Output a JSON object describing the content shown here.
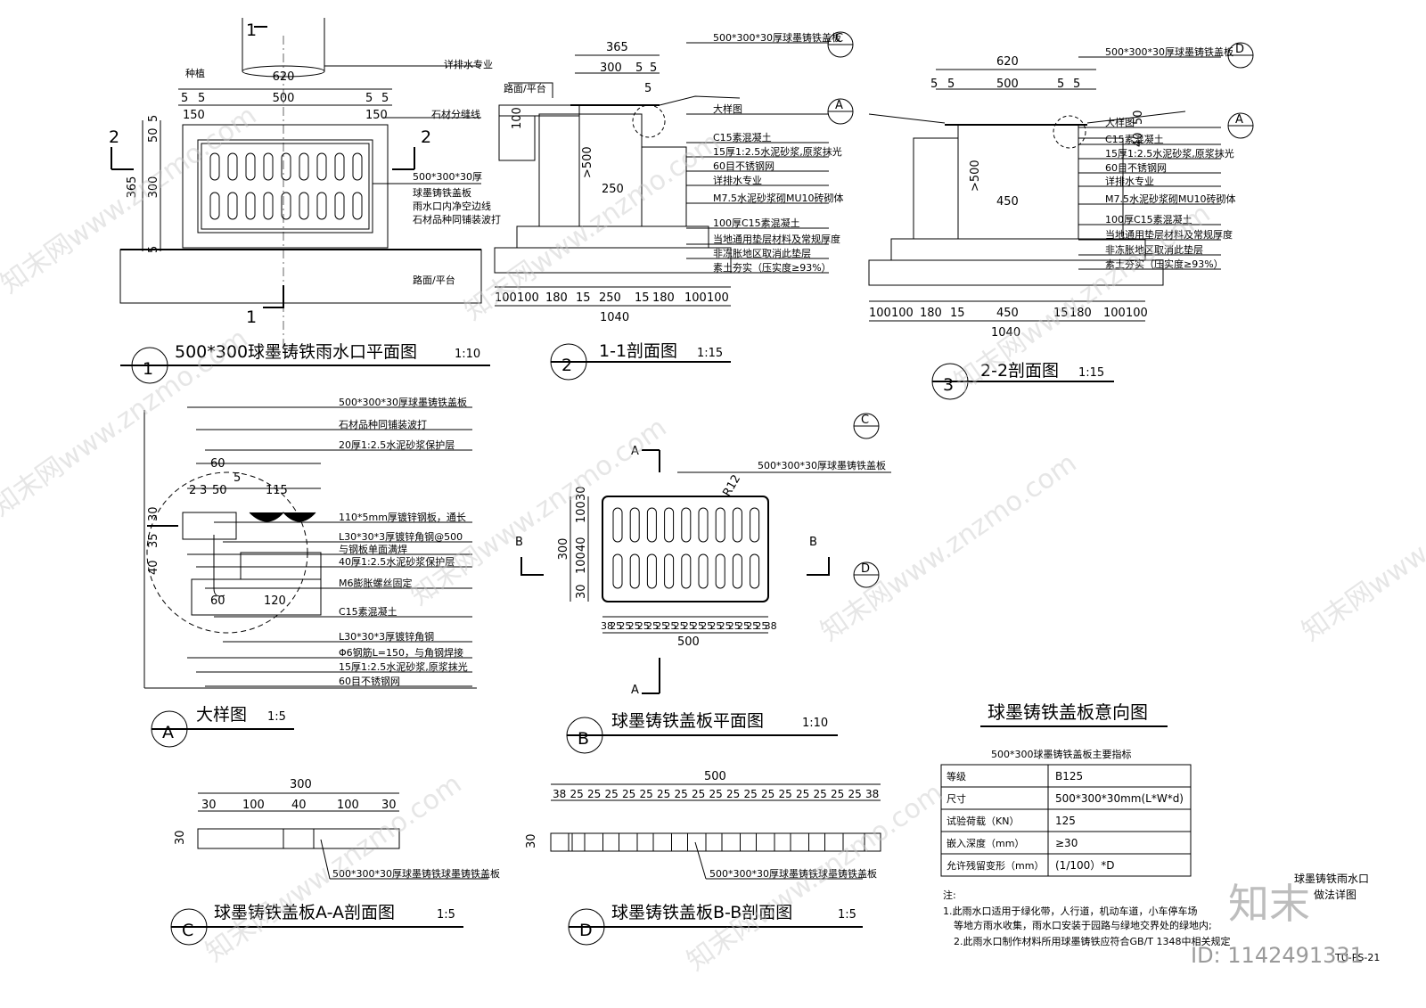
{
  "drawing": {
    "plan": {
      "title": "500*300球墨铸铁雨水口平面图",
      "scale": "1:10",
      "index": "1",
      "dims_top": [
        "620",
        "500",
        "5",
        "5",
        "5",
        "5",
        "150",
        "150"
      ],
      "dims_left": [
        "365",
        "300",
        "5",
        "50",
        "5"
      ],
      "section_marks": [
        "1",
        "1",
        "2",
        "2"
      ],
      "labels": [
        "种植",
        "详排水专业",
        "石材分缝线",
        "500*300*30厚",
        "球墨铸铁盖板",
        "雨水口内净空边线",
        "石材品种同铺装波打",
        "路面/平台"
      ]
    },
    "sec1": {
      "title": "1-1剖面图",
      "scale": "1:15",
      "index": "2",
      "dims_top": [
        "365",
        "300",
        "5",
        "5",
        "5"
      ],
      "dims_bottom": [
        "100",
        "100",
        "180",
        "15",
        "250",
        "15",
        "180",
        "100",
        "100"
      ],
      "total": "1040",
      "inner": "250",
      "depth": ">500",
      "top_ref": "100",
      "label_left": "路面/平台",
      "labels": [
        "500*300*30厚球墨铸铁盖板",
        "大样图",
        "C15素混凝土",
        "15厚1:2.5水泥砂浆,原浆抹光",
        "60目不锈钢网",
        "详排水专业",
        "M7.5水泥砂浆砌MU10砖砌体",
        "100厚C15素混凝土",
        "当地通用垫层材料及常规厚度",
        "非冻胀地区取消此垫层",
        "素土夯实（压实度≥93%）"
      ],
      "callout_C": "C",
      "callout_A": "A"
    },
    "sec2": {
      "title": "2-2剖面图",
      "scale": "1:15",
      "index": "3",
      "dims_top": [
        "620",
        "500",
        "5",
        "5",
        "5",
        "5"
      ],
      "dims_bottom": [
        "100",
        "100",
        "180",
        "15",
        "450",
        "15",
        "180",
        "100",
        "100"
      ],
      "total": "1040",
      "inner": "450",
      "depth": ">500",
      "side_dims": [
        "40",
        "50"
      ],
      "labels": [
        "500*300*30厚球墨铸铁盖板",
        "大样图",
        "C15素混凝土",
        "15厚1:2.5水泥砂浆,原浆抹光",
        "60目不锈钢网",
        "详排水专业",
        "M7.5水泥砂浆砌MU10砖砌体",
        "100厚C15素混凝土",
        "当地通用垫层材料及常规厚度",
        "非冻胀地区取消此垫层",
        "素土夯实（压实度≥93%）"
      ],
      "callout_D": "D",
      "callout_A": "A"
    },
    "detailA": {
      "title": "大样图",
      "scale": "1:5",
      "index": "A",
      "dims": [
        "60",
        "2",
        "3",
        "50",
        "5",
        "115",
        "30",
        "35",
        "40",
        "60",
        "120"
      ],
      "labels": [
        "500*300*30厚球墨铸铁盖板",
        "石材品种同铺装波打",
        "20厚1:2.5水泥砂浆保护层",
        "110*5mm厚镀锌钢板，通长",
        "L30*30*3厚镀锌角钢@500",
        "与钢板单面满焊",
        "40厚1:2.5水泥砂浆保护层",
        "M6膨胀螺丝固定",
        "C15素混凝土",
        "L30*30*3厚镀锌角钢",
        "Φ6钢筋L=150，与角钢焊接",
        "15厚1:2.5水泥砂浆,原浆抹光",
        "60目不锈钢网"
      ]
    },
    "coverPlan": {
      "title": "球墨铸铁盖板平面图",
      "scale": "1:10",
      "index": "B",
      "label": "500*300*30厚球墨铸铁盖板",
      "radius": "R12",
      "dims_left": [
        "30",
        "100",
        "40",
        "100",
        "30"
      ],
      "total_left": "300",
      "dims_bottom": [
        "38",
        "25",
        "25",
        "25",
        "25",
        "25",
        "25",
        "25",
        "25",
        "25",
        "25",
        "25",
        "25",
        "25",
        "25",
        "25",
        "25",
        "25",
        "38"
      ],
      "total_bottom": "500",
      "marks": [
        "A",
        "A",
        "B",
        "B",
        "C",
        "D"
      ]
    },
    "secAA": {
      "title": "球墨铸铁盖板A-A剖面图",
      "scale": "1:5",
      "index": "C",
      "dims": [
        "30",
        "100",
        "40",
        "100",
        "30"
      ],
      "total": "300",
      "thick": "30",
      "label": "500*300*30厚球墨铸铁球墨铸铁盖板"
    },
    "secBB": {
      "title": "球墨铸铁盖板B-B剖面图",
      "scale": "1:5",
      "index": "D",
      "dims": [
        "38",
        "25",
        "25",
        "25",
        "25",
        "25",
        "25",
        "25",
        "25",
        "25",
        "25",
        "25",
        "25",
        "25",
        "25",
        "25",
        "25",
        "25",
        "38"
      ],
      "total": "500",
      "thick": "30",
      "label": "500*300*30厚球墨铸铁球墨铸铁盖板"
    },
    "spec": {
      "heading": "球墨铸铁盖板意向图",
      "table_caption": "500*300球墨铸铁盖板主要指标",
      "rows": [
        [
          "等级",
          "B125"
        ],
        [
          "尺寸",
          "500*300*30mm(L*W*d)"
        ],
        [
          "试验荷载（KN）",
          "125"
        ],
        [
          "嵌入深度（mm）",
          "≥30"
        ],
        [
          "允许残留变形（mm）",
          "(1/100）*D"
        ]
      ]
    },
    "notes": {
      "head": "注:",
      "items": [
        "1.此雨水口适用于绿化带，人行道，机动车道，小车停车场",
        "等地方雨水收集，雨水口安装于园路与绿地交界处的绿地内;",
        "2.此雨水口制作材料所用球墨铸铁应符合GB/T 1348中相关规定"
      ]
    },
    "titleblock": {
      "name_line1": "球墨铸铁雨水口",
      "name_line2": "做法详图",
      "code": "TU-PS-21"
    },
    "watermarks": {
      "brand": "知末网www.znzmo.com",
      "logo": "知末",
      "id": "ID: 1142491331"
    }
  }
}
